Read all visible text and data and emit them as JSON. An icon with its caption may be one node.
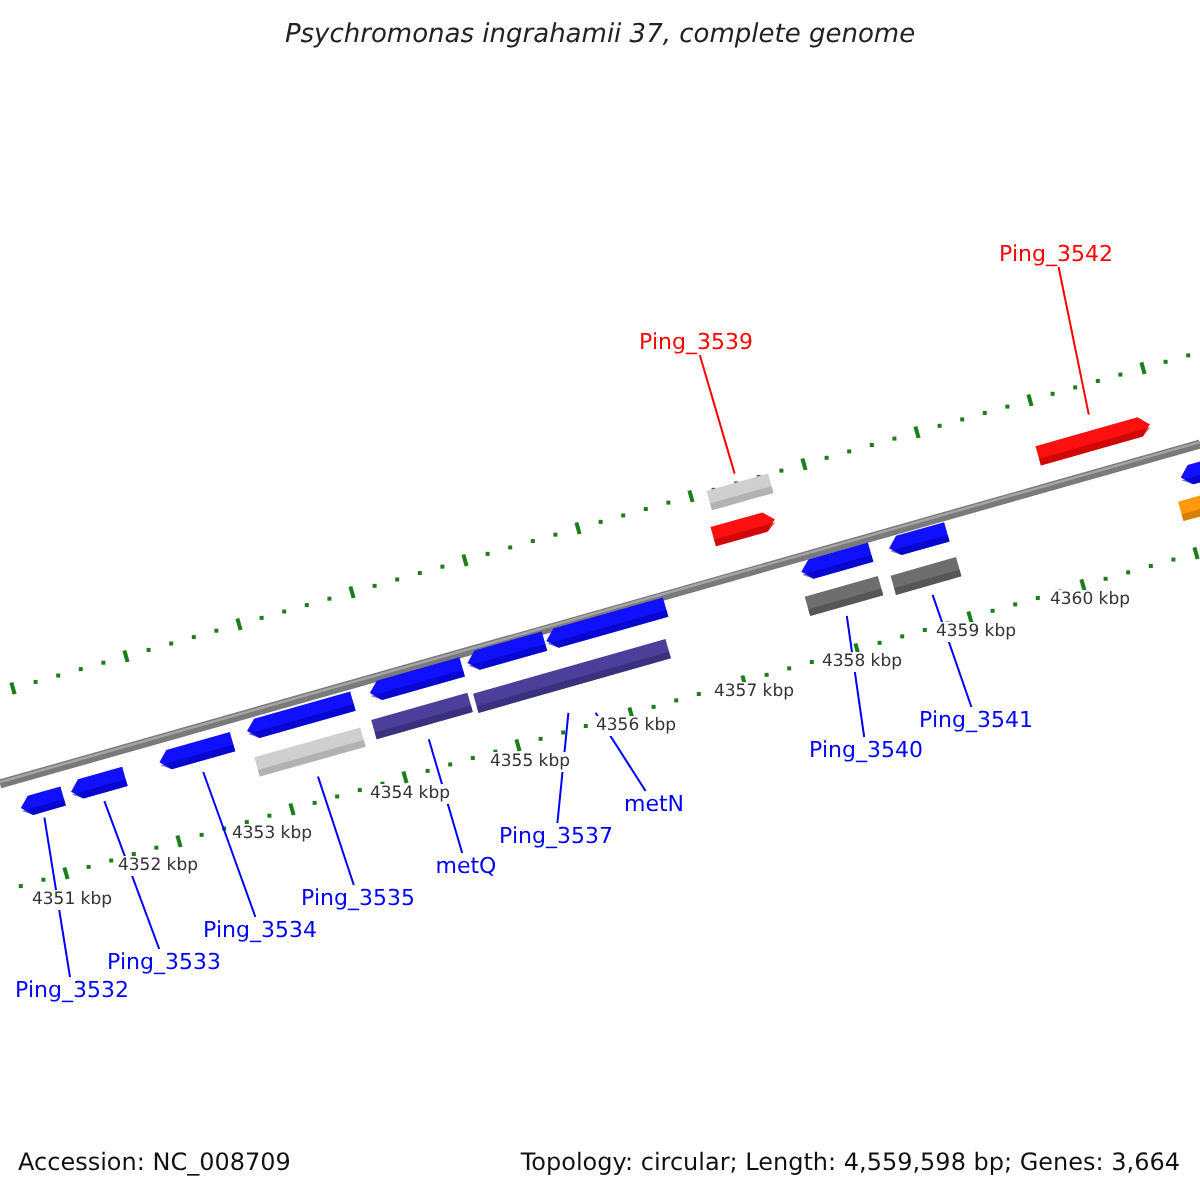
{
  "diagram": {
    "title": "Psychromonas ingrahamii 37, complete genome",
    "nodes": [
      {
        "text": [
          "Ping_3542"
        ]
      },
      {
        "text": [
          "Ping_3539"
        ]
      },
      {
        "text": [],
        "shape": "pentagon"
      },
      {
        "text": [],
        "shape": "bar"
      },
      {
        "text": [],
        "shape": "pentagon"
      },
      {
        "text": [],
        "shape": "pentagon"
      },
      {
        "text": [],
        "shape": "pentagon"
      },
      {
        "text": [],
        "shape": "pentagon"
      },
      {
        "text": [],
        "shape": "pentagon"
      },
      {
        "text": [],
        "shape": "bar"
      },
      {
        "text": [],
        "shape": "pentagon"
      },
      {
        "text": [],
        "shape": "bar"
      },
      {
        "text": [],
        "shape": "pentagon"
      },
      {
        "text": [],
        "shape": "pentagon"
      },
      {
        "text": [],
        "shape": "bar"
      },
      {
        "text": [],
        "shape": "pentagon"
      },
      {
        "text": [],
        "shape": "bar"
      },
      {
        "text": [],
        "shape": "pentagon"
      },
      {
        "text": [],
        "shape": "bar"
      },
      {
        "text": [],
        "shape": "pentagon"
      },
      {
        "text": [],
        "shape": "bar"
      },
      {
        "text": [
          "Ping_3532"
        ]
      },
      {
        "text": [
          "Ping_3533"
        ]
      },
      {
        "text": [
          "Ping_3534"
        ]
      },
      {
        "text": [
          "Ping_3535"
        ]
      },
      {
        "text": [
          "metQ"
        ]
      },
      {
        "text": [
          "Ping_3537"
        ]
      },
      {
        "text": [
          "metN"
        ]
      },
      {
        "text": [
          "Ping_3540"
        ]
      },
      {
        "text": [
          "Ping_3541"
        ]
      }
    ],
    "edges": [
      {
        "from": 0,
        "to": 2,
        "arrow": "none",
        "color": "#ff0000"
      },
      {
        "from": 1,
        "to": 3,
        "arrow": "none",
        "color": "#ff0000"
      },
      {
        "from": 21,
        "to": 5,
        "arrow": "none"
      },
      {
        "from": 22,
        "to": 6,
        "arrow": "none"
      },
      {
        "from": 23,
        "to": 7,
        "arrow": "none"
      },
      {
        "from": 24,
        "to": 9,
        "arrow": "none"
      },
      {
        "from": 25,
        "to": 11,
        "arrow": "none"
      },
      {
        "from": 26,
        "to": 14,
        "arrow": "none"
      },
      {
        "from": 27,
        "to": 14,
        "arrow": "none"
      },
      {
        "from": 28,
        "to": 16,
        "arrow": "none"
      },
      {
        "from": 29,
        "to": 18,
        "arrow": "none"
      }
    ],
    "labels": [
      "4351 kbp",
      "4352 kbp",
      "4353 kbp",
      "4354 kbp",
      "4355 kbp",
      "4356 kbp",
      "4357 kbp",
      "4358 kbp",
      "4359 kbp",
      "4360 kbp",
      "Accession: NC_008709",
      "Topology: circular; Length: 4,559,598 bp; Genes: 3,664"
    ]
  }
}
